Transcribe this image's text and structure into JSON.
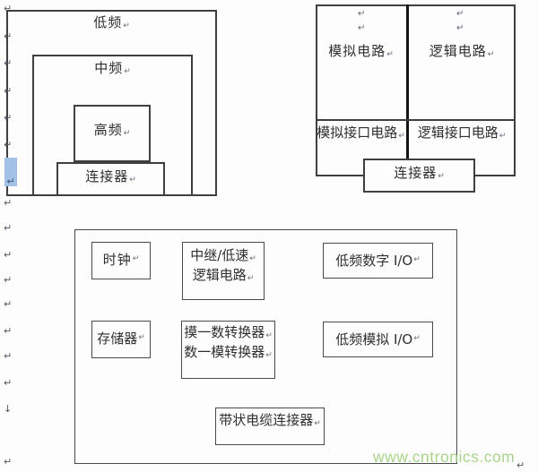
{
  "glyphs": {
    "return_mark": "↵",
    "line_break_mark": "↓"
  },
  "highlight_color": "#a3c0e6",
  "watermark": {
    "text": "www.cntronics.com",
    "color": "#a9d48b"
  },
  "diagram_nested": {
    "outer_label": "低频",
    "middle_label": "中频",
    "inner_label": "高频",
    "connector_label": "连接器"
  },
  "diagram_partition": {
    "top_left_label": "模拟电路",
    "top_right_label": "逻辑电路",
    "bottom_left_label": "模拟接口电路",
    "bottom_right_label": "逻辑接口电路",
    "connector_label": "连接器"
  },
  "diagram_board": {
    "clock_label": "时钟",
    "relay_line1": "中继/低速",
    "relay_line2": "逻辑电路",
    "lf_digital_label": "低频数字 I/O",
    "memory_label": "存储器",
    "converter_line1": "摸一数转换器",
    "converter_line2": "数一模转换器",
    "lf_analog_label": "低频模拟 I/O",
    "ribbon_label": "带状电缆连接器"
  }
}
